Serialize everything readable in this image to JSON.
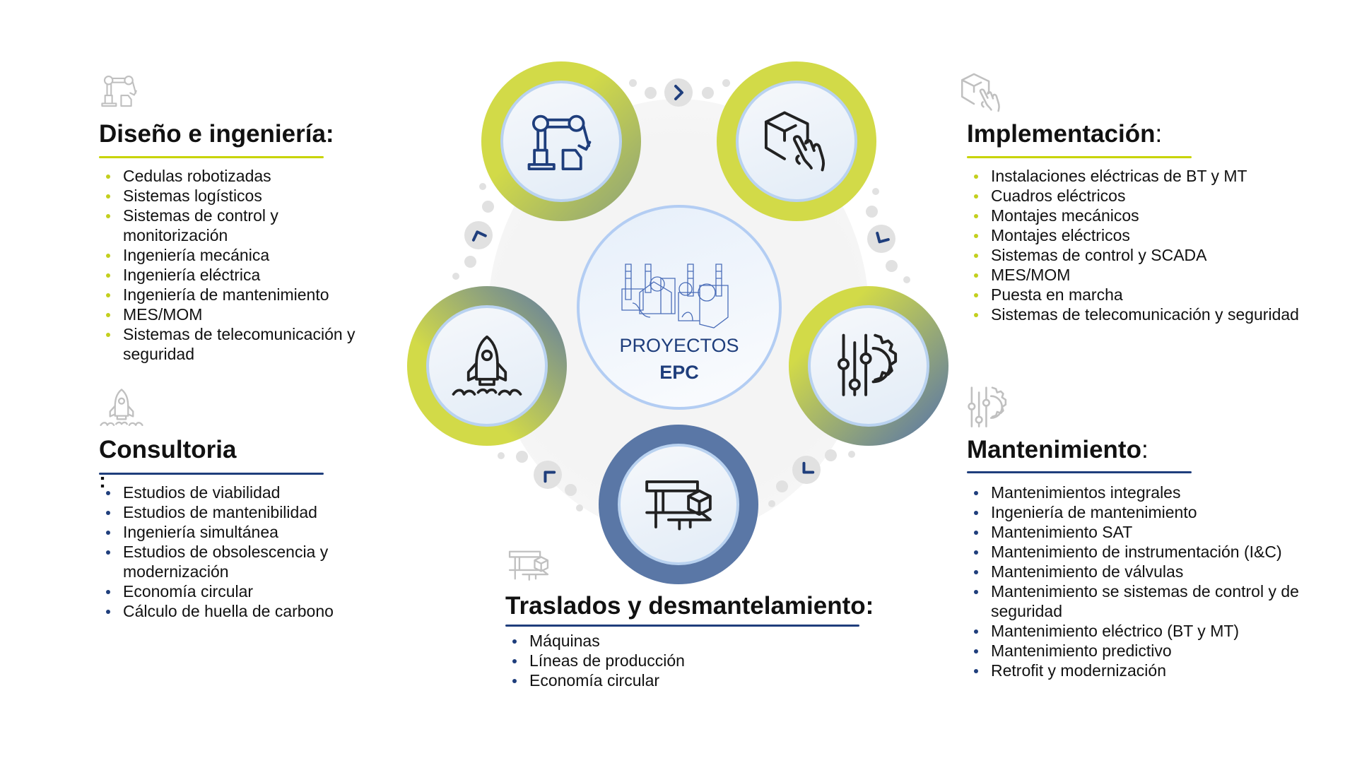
{
  "center": {
    "line1": "PROYECTOS",
    "line2": "EPC"
  },
  "colors": {
    "lime": "#d2da48",
    "blue": "#5a77a6",
    "navy": "#1f3e7c"
  },
  "sections": {
    "diseno": {
      "title": "Diseño e ingeniería:",
      "icon": "robot-arm-icon",
      "items": [
        "Cedulas robotizadas",
        "Sistemas logísticos",
        "Sistemas de control y monitorización",
        "Ingeniería mecánica",
        "Ingeniería eléctrica",
        "Ingeniería de mantenimiento",
        "MES/MOM",
        "Sistemas de telecomunicación y seguridad"
      ]
    },
    "consultoria": {
      "title": "Consultoria",
      "colon": ":",
      "icon": "rocket-icon",
      "items": [
        "Estudios de viabilidad",
        "Estudios de mantenibilidad",
        "Ingeniería simultánea",
        "Estudios de obsolescencia y modernización",
        "Economía circular",
        "Cálculo de huella de carbono"
      ]
    },
    "implementacion": {
      "title": "Implementación",
      "colon": ":",
      "icon": "box-hand-icon",
      "items": [
        "Instalaciones eléctricas de BT y MT",
        "Cuadros eléctricos",
        "Montajes mecánicos",
        "Montajes eléctricos",
        "Sistemas de control y SCADA",
        "MES/MOM",
        "Puesta en marcha",
        "Sistemas de telecomunicación y seguridad"
      ]
    },
    "mantenimiento": {
      "title": "Mantenimiento",
      "colon": ":",
      "icon": "sliders-gear-icon",
      "items": [
        "Mantenimientos integrales",
        "Ingeniería de mantenimiento",
        "Mantenimiento SAT",
        "Mantenimiento de instrumentación (I&C)",
        "Mantenimiento de válvulas",
        "Mantenimiento se sistemas de control y de seguridad",
        "Mantenimiento eléctrico (BT y MT)",
        "Mantenimiento predictivo",
        "Retrofit y modernización"
      ]
    },
    "traslados": {
      "title": "Traslados y desmantelamiento:",
      "icon": "caliper-box-icon",
      "items": [
        "Máquinas",
        "Líneas de producción",
        "Economía circular"
      ]
    }
  }
}
